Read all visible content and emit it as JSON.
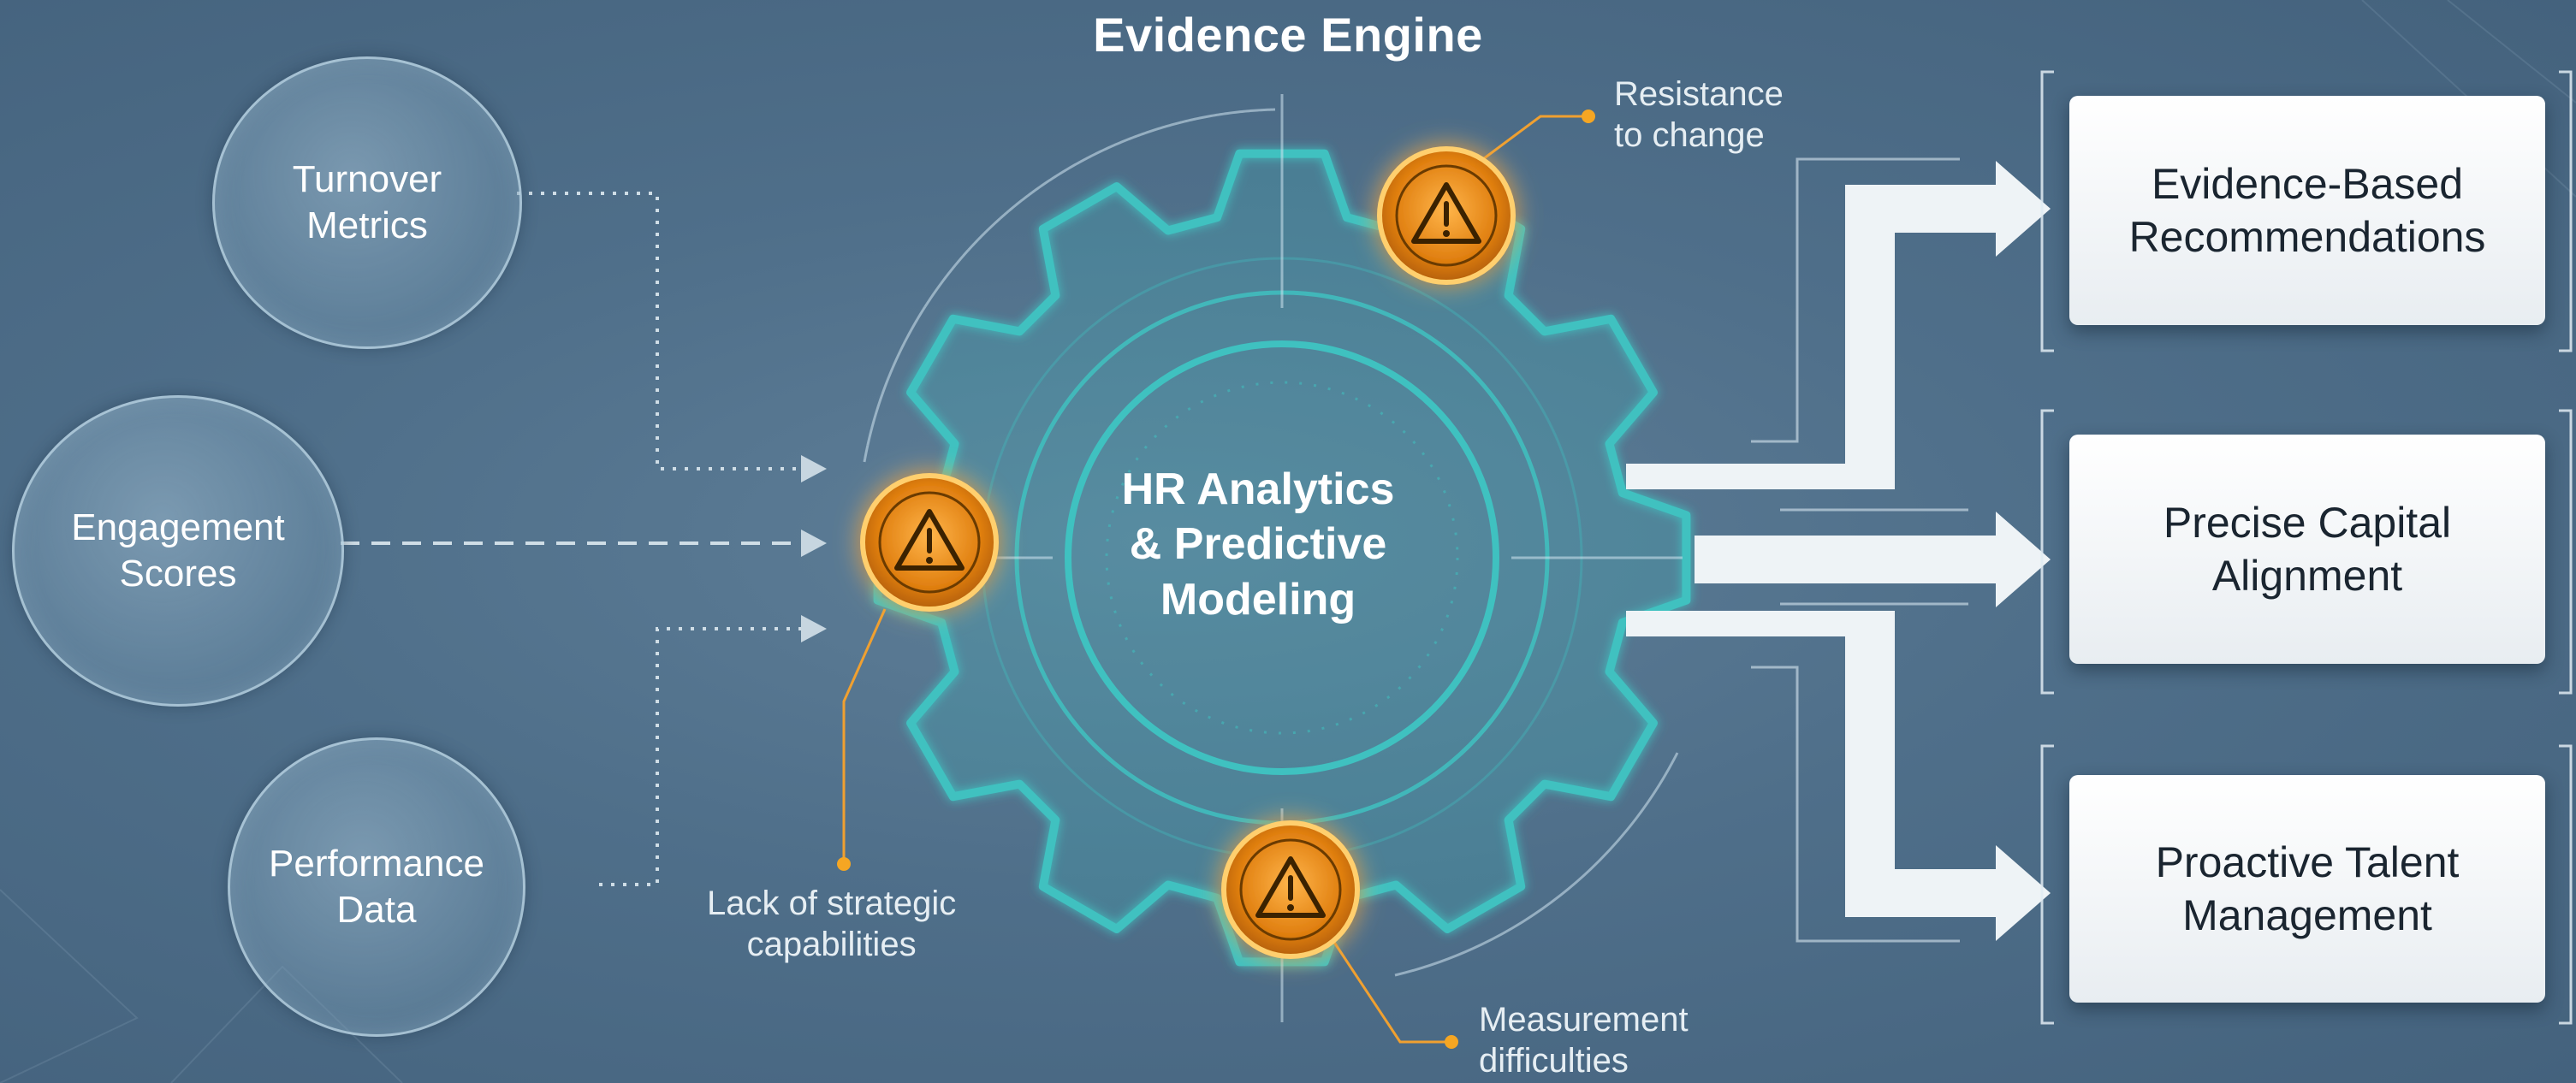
{
  "title": "Evidence Engine",
  "inputs": [
    {
      "label": "Turnover\nMetrics"
    },
    {
      "label": "Engagement\nScores"
    },
    {
      "label": "Performance\nData"
    }
  ],
  "core": {
    "label": "HR Analytics\n& Predictive\nModeling"
  },
  "challenges": [
    {
      "label": "Resistance\nto change",
      "icon": "warning-icon"
    },
    {
      "label": "Lack of strategic\ncapabilities",
      "icon": "warning-icon"
    },
    {
      "label": "Measurement\ndifficulties",
      "icon": "warning-icon"
    }
  ],
  "outputs": [
    {
      "label": "Evidence-Based\nRecommendations"
    },
    {
      "label": "Precise Capital\nAlignment"
    },
    {
      "label": "Proactive Talent\nManagement"
    }
  ],
  "colors": {
    "background": "#4f6f8a",
    "gear": "#3fc1c0",
    "warning": "#f5a623",
    "output_box": "#ffffff"
  }
}
